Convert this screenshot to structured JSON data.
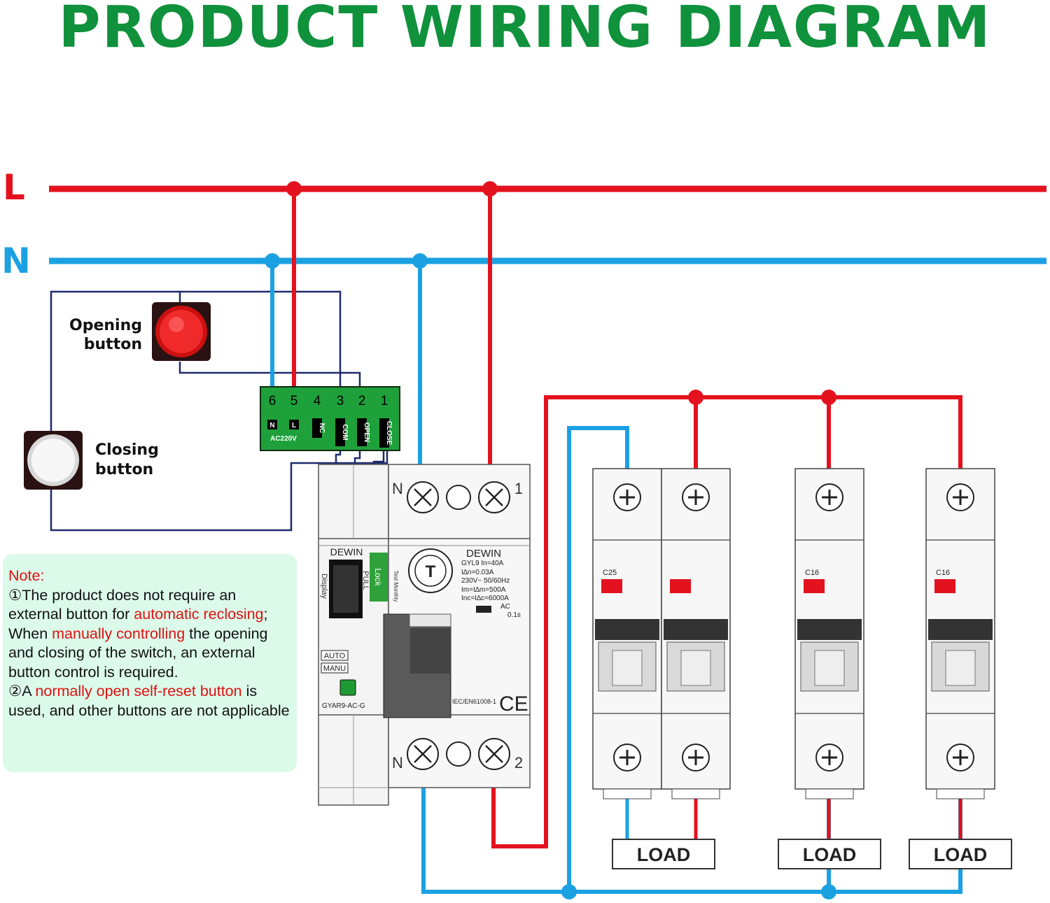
{
  "title": "PRODUCT WIRING DIAGRAM",
  "colors": {
    "title": "#10913c",
    "live": "#e3121e",
    "neutral": "#1ba1e2",
    "control_wire": "#1d2a6b",
    "note_bg": "#dcfaea",
    "highlight": "#e01010",
    "module_green": "#1ea13a"
  },
  "bus": {
    "live_label": "L",
    "neutral_label": "N"
  },
  "buttons": {
    "opening": {
      "line1": "Opening",
      "line2": "button",
      "icon": "red-push-button-icon"
    },
    "closing": {
      "line1": "Closing",
      "line2": "button",
      "icon": "white-push-button-icon"
    }
  },
  "control_module": {
    "terminals": [
      {
        "num": "6",
        "label": "N"
      },
      {
        "num": "5",
        "label": "L"
      },
      {
        "num": "4",
        "label": "NC"
      },
      {
        "num": "3",
        "label": "COM"
      },
      {
        "num": "2",
        "label": "OPEN"
      },
      {
        "num": "1",
        "label": "CLOSE"
      }
    ],
    "voltage": "AC220V"
  },
  "breaker": {
    "brand_left": "DEWIN",
    "brand_right": "DEWIN",
    "display_label": "Display",
    "pull_label": "PULL",
    "lock_label": "Lock",
    "test_label": "Test Monthly",
    "test_button": "T",
    "specs": [
      "GYL9    In=40A",
      "I∆n=0.03A",
      "230V~ 50/60Hz",
      "Im=I∆m=500A",
      "Inc=I∆c=6000A",
      "AC",
      "0.1s"
    ],
    "auto_label": "AUTO",
    "manu_label": "MANU",
    "model": "GYAR9-AC-G",
    "standard": "IEC/EN61008-1",
    "ce_mark": "CE",
    "top_terminals": {
      "left": "N",
      "right": "1"
    },
    "bottom_terminals": {
      "left": "N",
      "right": "2"
    }
  },
  "mcbs": [
    {
      "rating": "C25",
      "poles": 2
    },
    {
      "rating": "C16",
      "poles": 1
    },
    {
      "rating": "C16",
      "poles": 1
    }
  ],
  "loads": [
    "LOAD",
    "LOAD",
    "LOAD"
  ],
  "note": {
    "heading": "Note:",
    "l1a": "①The product does not require an external button for ",
    "l1b": "automatic reclosing",
    "l1c": ";",
    "l2a": "When ",
    "l2b": "manually controlling",
    "l2c": " the opening and closing of the switch, an external button control is required.",
    "l3a": "②A ",
    "l3b": "normally open self-reset button",
    "l3c": " is used, and other buttons are not applicable"
  }
}
